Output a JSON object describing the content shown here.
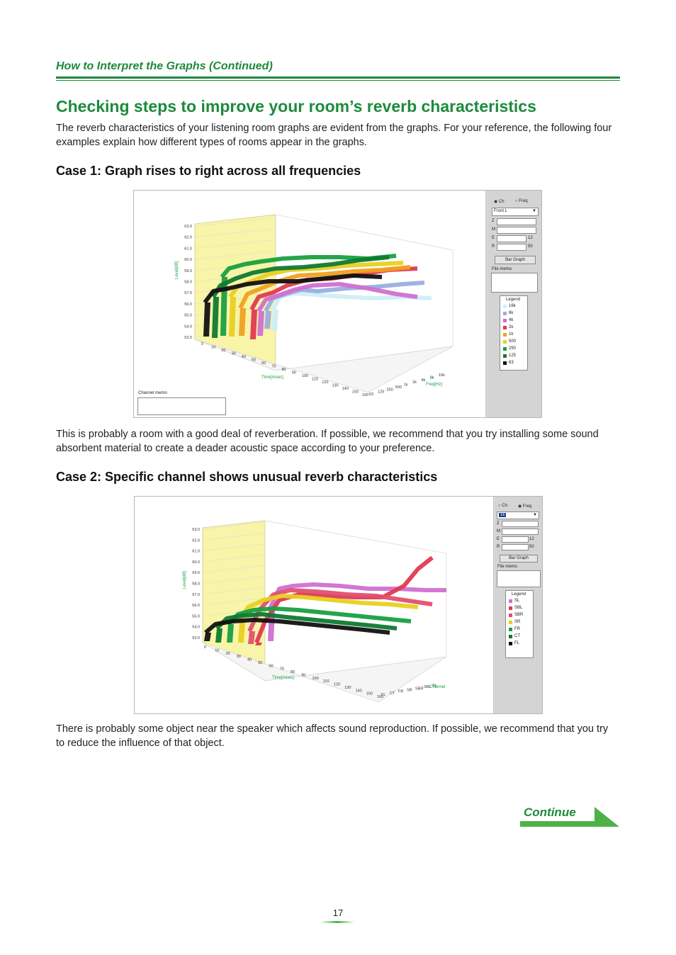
{
  "header": {
    "section": "How to Interpret the Graphs (Continued)"
  },
  "title": "Checking steps to improve your room’s reverb characteristics",
  "intro": "The reverb characteristics of your listening room graphs are evident from the graphs. For your reference, the following four examples explain how different types of rooms appear in the graphs.",
  "case1": {
    "heading": "Case 1: Graph rises to right across all frequencies",
    "description": "This is probably a room with a good deal of reverberation. If possible, we recommend that you try installing some sound absorbent material to create a deader acoustic space according to your preference.",
    "screenshot": {
      "radio_ch": "Ch",
      "radio_freq": "Freq",
      "dropdown_value": "Front L",
      "slider_labels": [
        "Z",
        "M",
        "E",
        "R"
      ],
      "slider_values": [
        "12",
        "50"
      ],
      "bar_graph_button": "Bar Graph",
      "file_memo_label": "File memo",
      "channel_memo_label": "Channel memo",
      "legend_title": "Legend",
      "legend": [
        {
          "name": "16k",
          "color": "#cfeef6"
        },
        {
          "name": "8k",
          "color": "#9aaee0"
        },
        {
          "name": "4k",
          "color": "#d070d0"
        },
        {
          "name": "2k",
          "color": "#e03a50"
        },
        {
          "name": "1k",
          "color": "#f0a020"
        },
        {
          "name": "500",
          "color": "#e8d020"
        },
        {
          "name": "250",
          "color": "#18a040"
        },
        {
          "name": "125",
          "color": "#0e7a30"
        },
        {
          "name": "63",
          "color": "#111111"
        }
      ]
    }
  },
  "case2": {
    "heading": "Case 2: Specific channel shows unusual reverb characteristics",
    "description": "There is probably some object near the speaker which affects sound reproduction. If possible, we recommend that you try to reduce the influence of that object.",
    "screenshot": {
      "radio_ch": "Ch",
      "radio_freq": "Freq",
      "dropdown_value": "1k",
      "slider_labels": [
        "Z",
        "M",
        "E",
        "R"
      ],
      "slider_values": [
        "12",
        "50"
      ],
      "bar_graph_button": "Bar Graph",
      "file_memo_label": "File memo",
      "legend_title": "Legend",
      "legend": [
        {
          "name": "SL",
          "color": "#d070d0"
        },
        {
          "name": "SBL",
          "color": "#e03a50"
        },
        {
          "name": "SBR",
          "color": "#e05070"
        },
        {
          "name": "SR",
          "color": "#e8d020"
        },
        {
          "name": "FR",
          "color": "#18a040"
        },
        {
          "name": "CT",
          "color": "#0e7a30"
        },
        {
          "name": "FL",
          "color": "#111111"
        }
      ]
    }
  },
  "graph1": {
    "ylabel": "Level[dB]",
    "y_ticks": [
      "63.0",
      "62.0",
      "61.0",
      "60.0",
      "59.0",
      "58.0",
      "57.0",
      "56.0",
      "55.0",
      "54.0",
      "53.0"
    ],
    "xlabel": "Time[msec]",
    "x_ticks": [
      "0",
      "10",
      "20",
      "30",
      "40",
      "50",
      "60",
      "70",
      "80",
      "90",
      "100",
      "110",
      "120",
      "130",
      "140",
      "150",
      "160"
    ],
    "zlabel": "Freq[Hz]",
    "z_ticks": [
      "63",
      "125",
      "250",
      "500",
      "1k",
      "2k",
      "4k",
      "8k",
      "16k"
    ]
  },
  "graph2": {
    "ylabel": "Level[dB]",
    "y_ticks": [
      "63.0",
      "62.0",
      "61.0",
      "60.0",
      "59.0",
      "58.0",
      "57.0",
      "56.0",
      "55.0",
      "54.0",
      "53.0"
    ],
    "xlabel": "Time[msec]",
    "x_ticks": [
      "0",
      "10",
      "20",
      "30",
      "40",
      "50",
      "60",
      "70",
      "80",
      "90",
      "100",
      "110",
      "120",
      "130",
      "140",
      "150",
      "160"
    ],
    "zlabel": "Channel",
    "z_ticks": [
      "FL",
      "CT",
      "FR",
      "SR",
      "SBR",
      "SBL",
      "SL"
    ]
  },
  "footer": {
    "continue": "Continue",
    "page_number": "17"
  },
  "colors": {
    "accent": "#1e8a3c"
  }
}
